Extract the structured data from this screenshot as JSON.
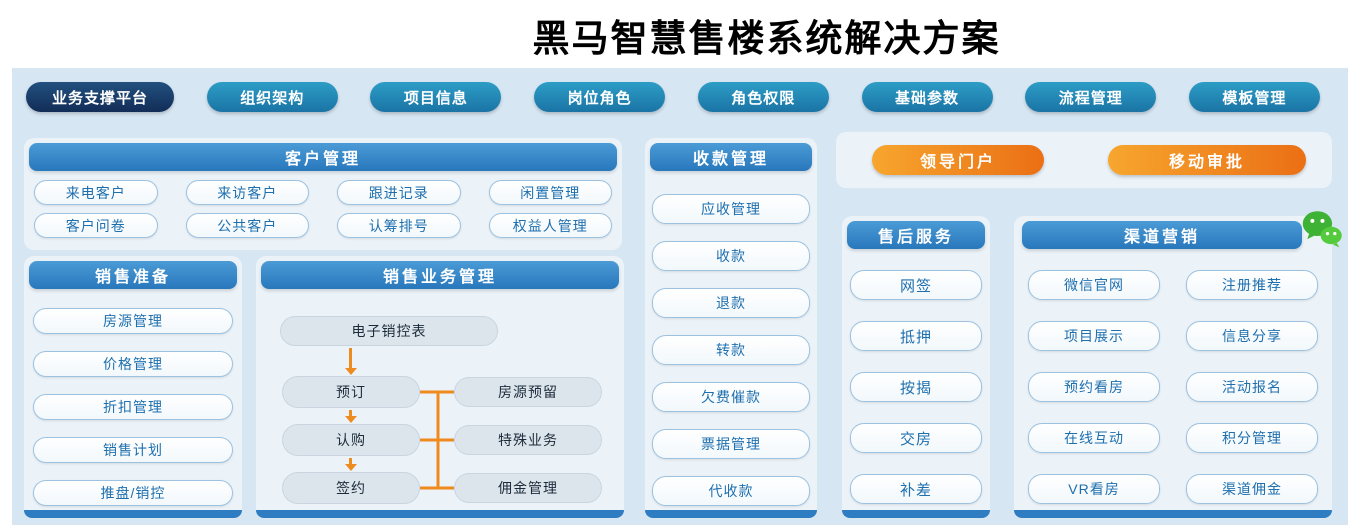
{
  "title": "黑马智慧售楼系统解决方案",
  "colors": {
    "background_blue": "#d6e6f3",
    "header_blue": "#2e81c6",
    "nav_teal": "#1f86b4",
    "nav_dark_navy": "#163e6e",
    "pill_text_blue": "#1e6fae",
    "accent_orange": "#ee7f1d",
    "wechat_green": "#3db235"
  },
  "top_nav": [
    "业务支撑平台",
    "组织架构",
    "项目信息",
    "岗位角色",
    "角色权限",
    "基础参数",
    "流程管理",
    "模板管理"
  ],
  "customer": {
    "title": "客户管理",
    "items": [
      "来电客户",
      "来访客户",
      "跟进记录",
      "闲置管理",
      "客户问卷",
      "公共客户",
      "认筹排号",
      "权益人管理"
    ]
  },
  "prep": {
    "title": "销售准备",
    "items": [
      "房源管理",
      "价格管理",
      "折扣管理",
      "销售计划",
      "推盘/销控"
    ]
  },
  "business": {
    "title": "销售业务管理",
    "board": "电子销控表",
    "flow": [
      "预订",
      "认购",
      "签约"
    ],
    "side": [
      "房源预留",
      "特殊业务",
      "佣金管理"
    ]
  },
  "collection": {
    "title": "收款管理",
    "items": [
      "应收管理",
      "收款",
      "退款",
      "转款",
      "欠费催款",
      "票据管理",
      "代收款"
    ]
  },
  "portals": [
    "领导门户",
    "移动审批"
  ],
  "after_sales": {
    "title": "售后服务",
    "items": [
      "网签",
      "抵押",
      "按揭",
      "交房",
      "补差"
    ]
  },
  "channel": {
    "title": "渠道营销",
    "icon": "wechat-icon",
    "items": [
      "微信官网",
      "注册推荐",
      "项目展示",
      "信息分享",
      "预约看房",
      "活动报名",
      "在线互动",
      "积分管理",
      "VR看房",
      "渠道佣金"
    ]
  }
}
